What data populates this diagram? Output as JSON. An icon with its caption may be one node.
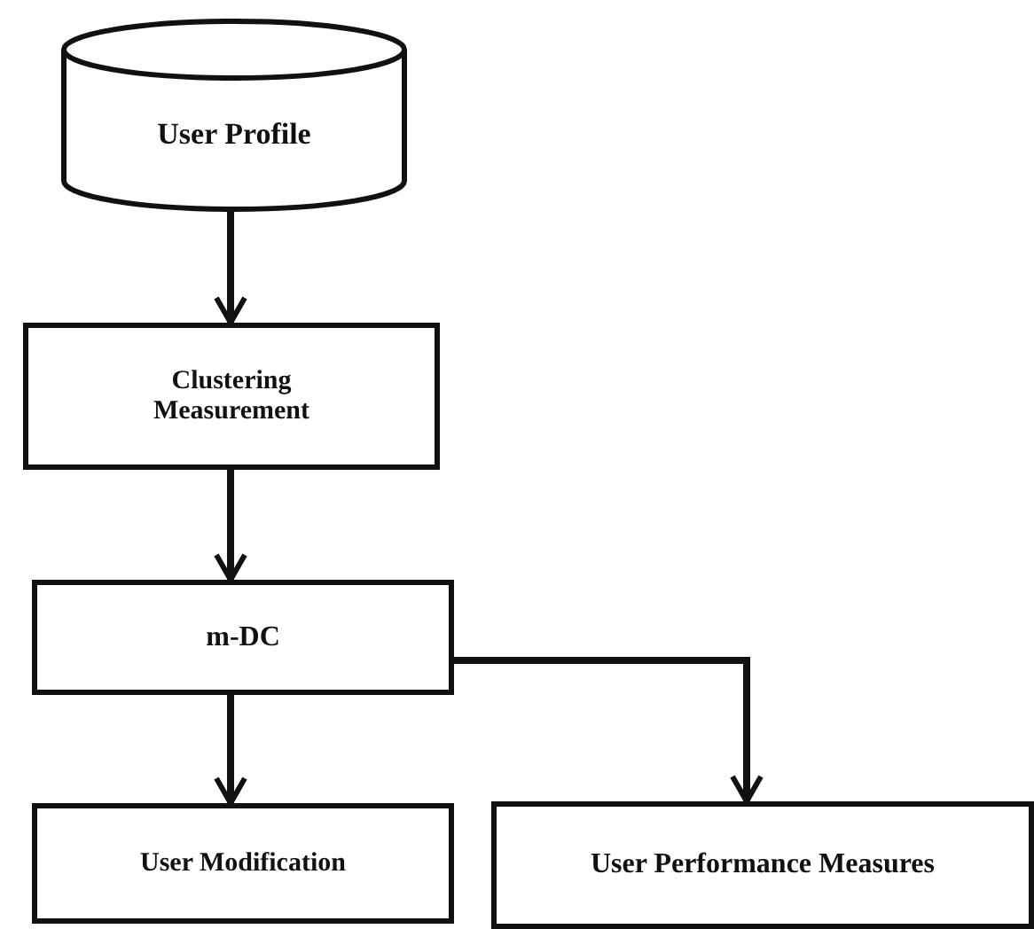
{
  "diagram": {
    "nodes": [
      {
        "text": [
          "User Profile"
        ]
      },
      {
        "text": [
          "Clustering Measurement"
        ]
      },
      {
        "text": [
          "m-DC"
        ]
      },
      {
        "text": [
          "User Modification"
        ]
      },
      {
        "text": [
          "User Performance Measures"
        ]
      }
    ],
    "edges": [
      {
        "from": 0,
        "to": 1,
        "arrow": "to"
      },
      {
        "from": 1,
        "to": 2,
        "arrow": "to"
      },
      {
        "from": 2,
        "to": 3,
        "arrow": "to"
      },
      {
        "from": 2,
        "to": 4,
        "arrow": "to"
      }
    ]
  }
}
